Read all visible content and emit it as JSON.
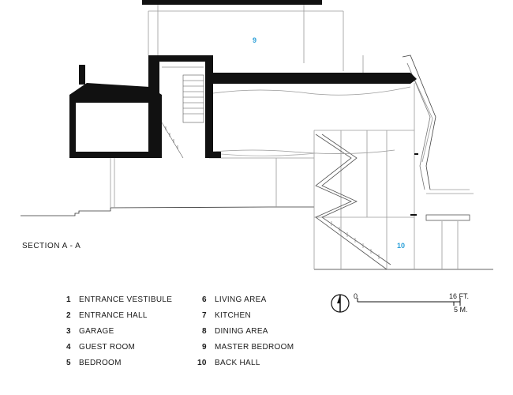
{
  "drawing": {
    "title": "SECTION A - A",
    "room_labels": [
      {
        "id": "9",
        "text": "9"
      },
      {
        "id": "10",
        "text": "10"
      }
    ],
    "accent_color": "#2a9fd8"
  },
  "legend": {
    "col1": [
      {
        "num": "1",
        "label": "ENTRANCE VESTIBULE"
      },
      {
        "num": "2",
        "label": "ENTRANCE HALL"
      },
      {
        "num": "3",
        "label": "GARAGE"
      },
      {
        "num": "4",
        "label": "GUEST ROOM"
      },
      {
        "num": "5",
        "label": "BEDROOM"
      }
    ],
    "col2": [
      {
        "num": "6",
        "label": "LIVING AREA"
      },
      {
        "num": "7",
        "label": "KITCHEN"
      },
      {
        "num": "8",
        "label": "DINING AREA"
      },
      {
        "num": "9",
        "label": "MASTER BEDROOM"
      },
      {
        "num": "10",
        "label": "BACK HALL"
      }
    ]
  },
  "scale": {
    "zero": "0",
    "feet": "16 FT.",
    "meters": "5 M."
  },
  "icons": {
    "north_arrow": "north-arrow-icon"
  }
}
